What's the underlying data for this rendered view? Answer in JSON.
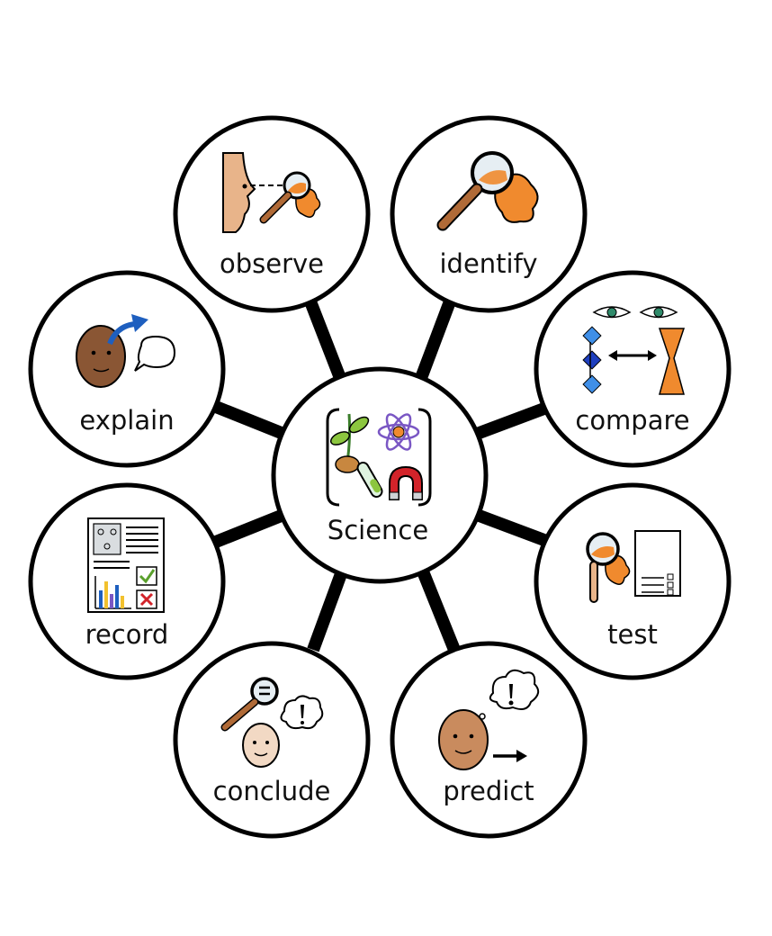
{
  "center": {
    "label": "Science"
  },
  "nodes": [
    {
      "id": "observe",
      "label": "observe"
    },
    {
      "id": "identify",
      "label": "identify"
    },
    {
      "id": "compare",
      "label": "compare"
    },
    {
      "id": "test",
      "label": "test"
    },
    {
      "id": "predict",
      "label": "predict"
    },
    {
      "id": "conclude",
      "label": "conclude"
    },
    {
      "id": "record",
      "label": "record"
    },
    {
      "id": "explain",
      "label": "explain"
    }
  ],
  "colors": {
    "stroke": "#000000",
    "orange": "#f08a2e",
    "brown": "#b06a37",
    "skin": "#e8b48a",
    "skin_light": "#f2d9c4",
    "blue": "#1e5fbf",
    "green": "#5aa02c",
    "red": "#d2232a",
    "purple": "#7a57c4"
  }
}
